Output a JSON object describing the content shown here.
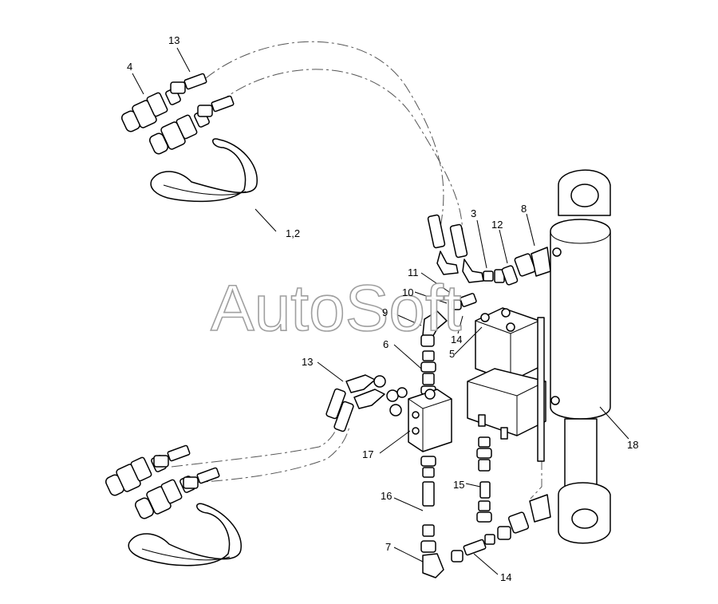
{
  "watermark": "AutoSoft",
  "callouts": {
    "c13a": "13",
    "c4": "4",
    "c12_tag": "1,2",
    "c3": "3",
    "c12": "12",
    "c8": "8",
    "c11": "11",
    "c10": "10",
    "c9": "9",
    "c14a": "14",
    "c6": "6",
    "c5": "5",
    "c13b": "13",
    "c17": "17",
    "c18": "18",
    "c15": "15",
    "c16": "16",
    "c7": "7",
    "c14b": "14"
  }
}
